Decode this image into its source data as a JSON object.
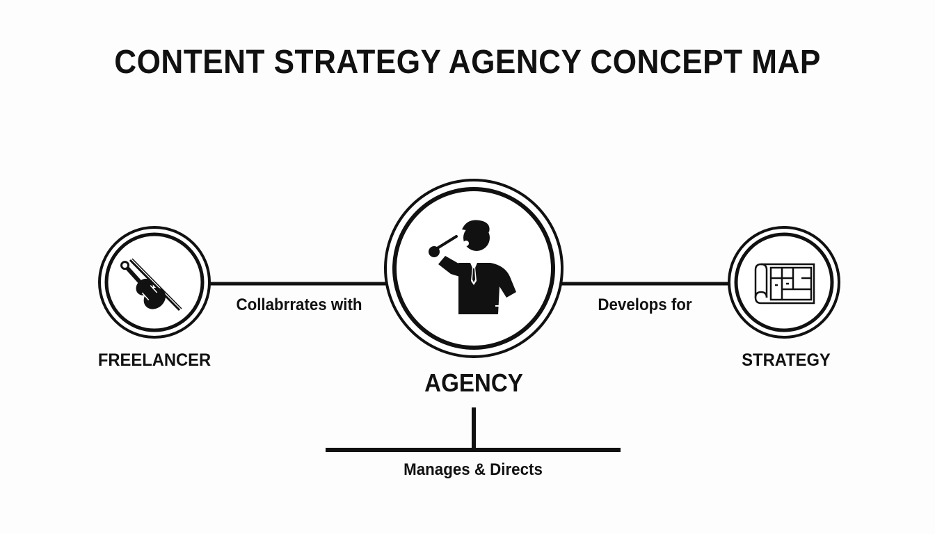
{
  "title": "CONTENT STRATEGY AGENCY CONCEPT MAP",
  "nodes": {
    "freelancer": {
      "label": "FREELANCER",
      "icon": "violin-icon"
    },
    "agency": {
      "label": "AGENCY",
      "icon": "conductor-icon"
    },
    "strategy": {
      "label": "STRATEGY",
      "icon": "blueprint-scroll-icon"
    }
  },
  "edges": {
    "freelancer_agency": "Collabrrates with",
    "agency_strategy": "Develops for",
    "agency_down": "Manages & Directs"
  },
  "colors": {
    "ink": "#111111",
    "background": "#fdfdfd"
  }
}
